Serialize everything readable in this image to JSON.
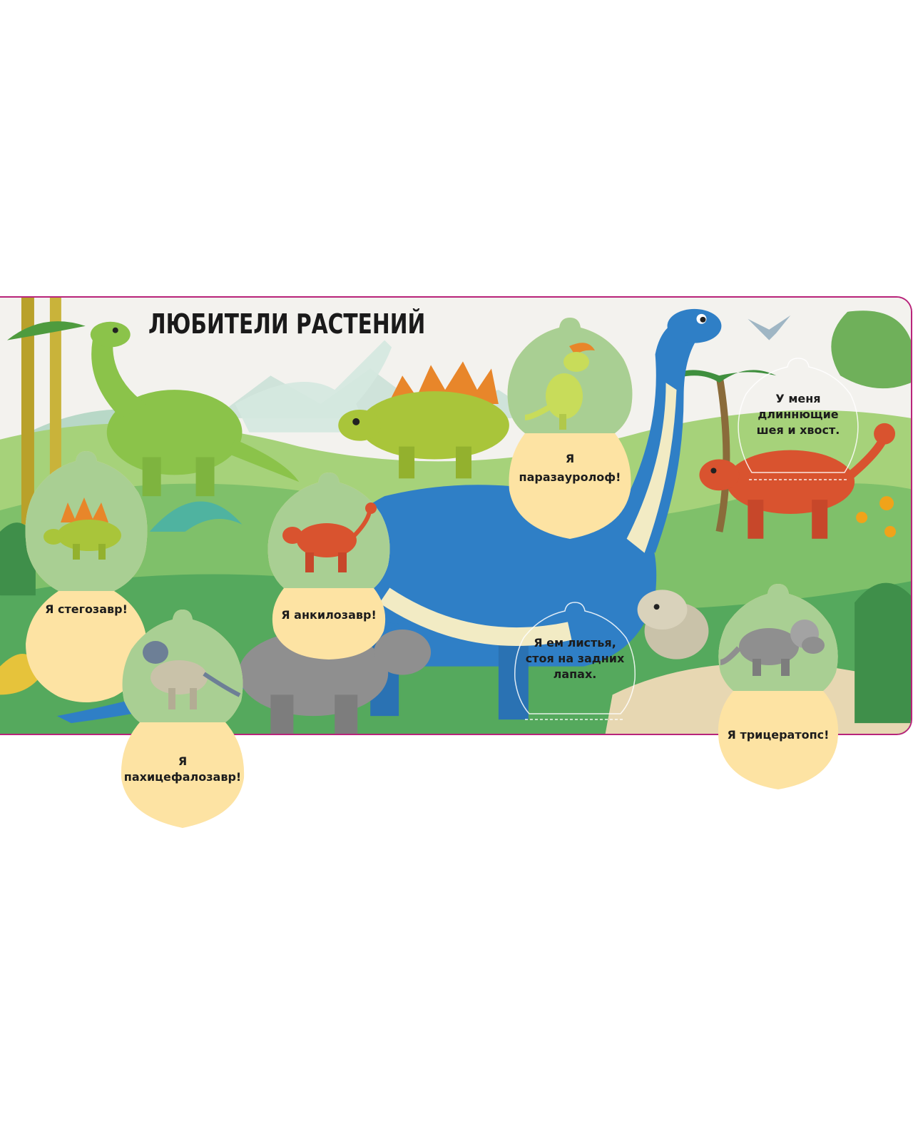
{
  "page": {
    "title": "ЛЮБИТЕЛИ РАСТЕНИЙ",
    "accent_border_color": "#b8237a"
  },
  "flaps": {
    "stegosaurus": {
      "label": "Я стегозавр!",
      "icon": "stegosaurus-icon"
    },
    "ankylosaurus": {
      "label": "Я анкилозавр!",
      "icon": "ankylosaurus-icon"
    },
    "pachycephalosaurus": {
      "label": "Я\nпахицефалозавр!",
      "icon": "pachycephalosaurus-icon"
    },
    "parasaurolophus": {
      "label": "Я\nпаразауролоф!",
      "icon": "parasaurolophus-icon"
    },
    "leaves": {
      "label": "Я ем листья,\nстоя на задних\nлапах."
    },
    "neck": {
      "label": "У меня\nдлиннющие\nшея и хвост."
    },
    "triceratops": {
      "label": "Я трицератопс!",
      "icon": "triceratops-icon"
    }
  },
  "colors": {
    "sky": "#f4f3ef",
    "grass_light": "#9fce6a",
    "grass_dark": "#3f9a4e",
    "flap_top": "#a9cf93",
    "flap_bottom": "#fde3a3",
    "brachiosaurus_blue": "#2f7fc6",
    "stegosaurus_green": "#9bbe3a",
    "ankylosaurus_red": "#d9532f"
  }
}
